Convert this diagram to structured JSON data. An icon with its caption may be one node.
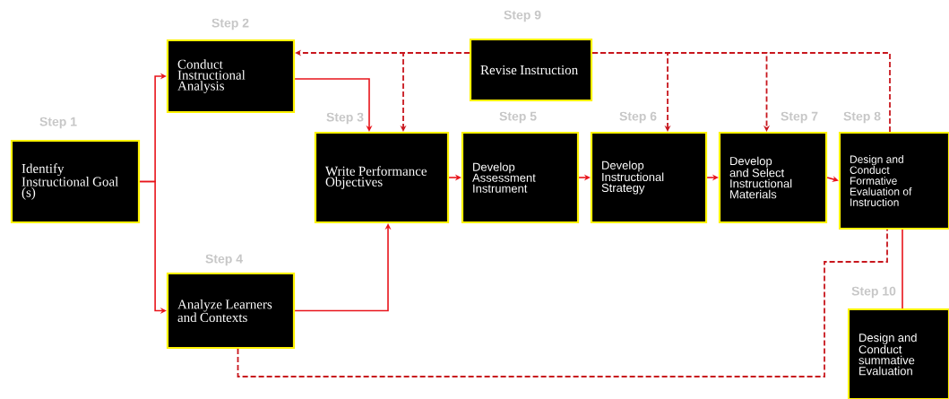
{
  "diagram": {
    "nodes": [
      {
        "text": [
          "Identify Instructional Goal (s)"
        ],
        "beside": [
          "Step 1"
        ]
      },
      {
        "text": [
          "Conduct Instructional Analysis"
        ],
        "beside": [
          "Step 2"
        ]
      },
      {
        "text": [
          "Revise Instruction"
        ],
        "beside": [
          "Step 9"
        ]
      },
      {
        "text": [
          "Write Performance Objectives"
        ],
        "beside": [
          "Step 3"
        ]
      },
      {
        "text": [
          "Develop Assessment Instrument"
        ],
        "beside": [
          "Step 5"
        ]
      },
      {
        "text": [
          "Develop Instructional Strategy"
        ],
        "beside": [
          "Step 6"
        ]
      },
      {
        "text": [
          "Develop and Select Instructional Materials"
        ],
        "beside": [
          "Step 7"
        ]
      },
      {
        "text": [
          "Design and Conduct Formative Evaluation of Instruction"
        ],
        "beside": [
          "Step 8"
        ]
      },
      {
        "text": [
          "Analyze Learners and Contexts"
        ],
        "beside": [
          "Step 4"
        ]
      },
      {
        "text": [
          "Design and Conduct summative Evaluation"
        ],
        "beside": [
          "Step 10"
        ]
      }
    ],
    "edges": [
      {
        "from": 0,
        "to": 1,
        "arrow": "to"
      },
      {
        "from": 0,
        "to": 8,
        "arrow": "to"
      },
      {
        "from": 1,
        "to": 3,
        "arrow": "to"
      },
      {
        "from": 8,
        "to": 3,
        "arrow": "to"
      },
      {
        "from": 3,
        "to": 4,
        "arrow": "to"
      },
      {
        "from": 4,
        "to": 5,
        "arrow": "to"
      },
      {
        "from": 5,
        "to": 6,
        "arrow": "to"
      },
      {
        "from": 6,
        "to": 7,
        "arrow": "to"
      },
      {
        "from": 7,
        "to": 9,
        "arrow": "none"
      },
      {
        "from": 7,
        "to": 2,
        "arrow": "none",
        "style": "dashed"
      },
      {
        "from": 2,
        "to": 1,
        "arrow": "to",
        "style": "dashed"
      },
      {
        "from": 2,
        "to": 3,
        "arrow": "to",
        "style": "dashed"
      },
      {
        "from": 2,
        "to": 5,
        "arrow": "to",
        "style": "dashed"
      },
      {
        "from": 2,
        "to": 6,
        "arrow": "to",
        "style": "dashed"
      },
      {
        "from": 8,
        "to": 7,
        "arrow": "none",
        "style": "dashed"
      }
    ]
  }
}
